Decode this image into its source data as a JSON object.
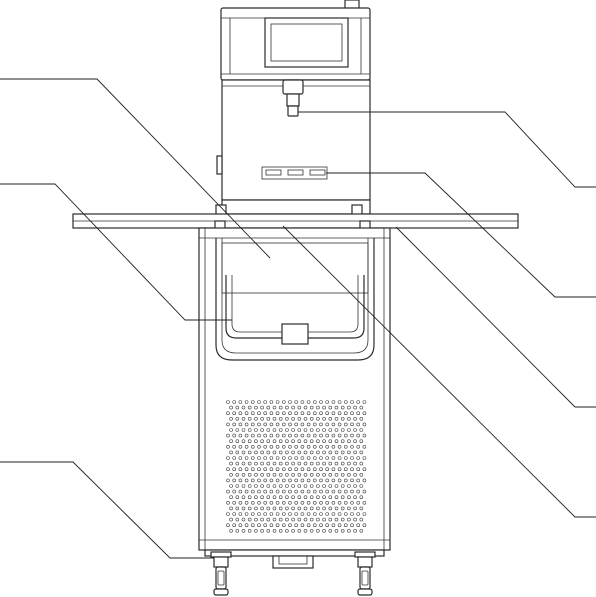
{
  "diagram": {
    "description_visible_text": [],
    "parts": [
      {
        "id": "control-head",
        "icon": "control-head-housing"
      },
      {
        "id": "touch-screen",
        "icon": "display-screen"
      },
      {
        "id": "outlet-nozzle",
        "icon": "nozzle"
      },
      {
        "id": "indicator-slots",
        "icon": "indicator-panel"
      },
      {
        "id": "work-platform",
        "icon": "platform-plate"
      },
      {
        "id": "bath-tank",
        "icon": "tank"
      },
      {
        "id": "handle",
        "icon": "handle"
      },
      {
        "id": "vent-grille",
        "icon": "perforated-grille"
      },
      {
        "id": "casters",
        "icon": "caster-wheels"
      }
    ],
    "leader_lines": 8
  }
}
